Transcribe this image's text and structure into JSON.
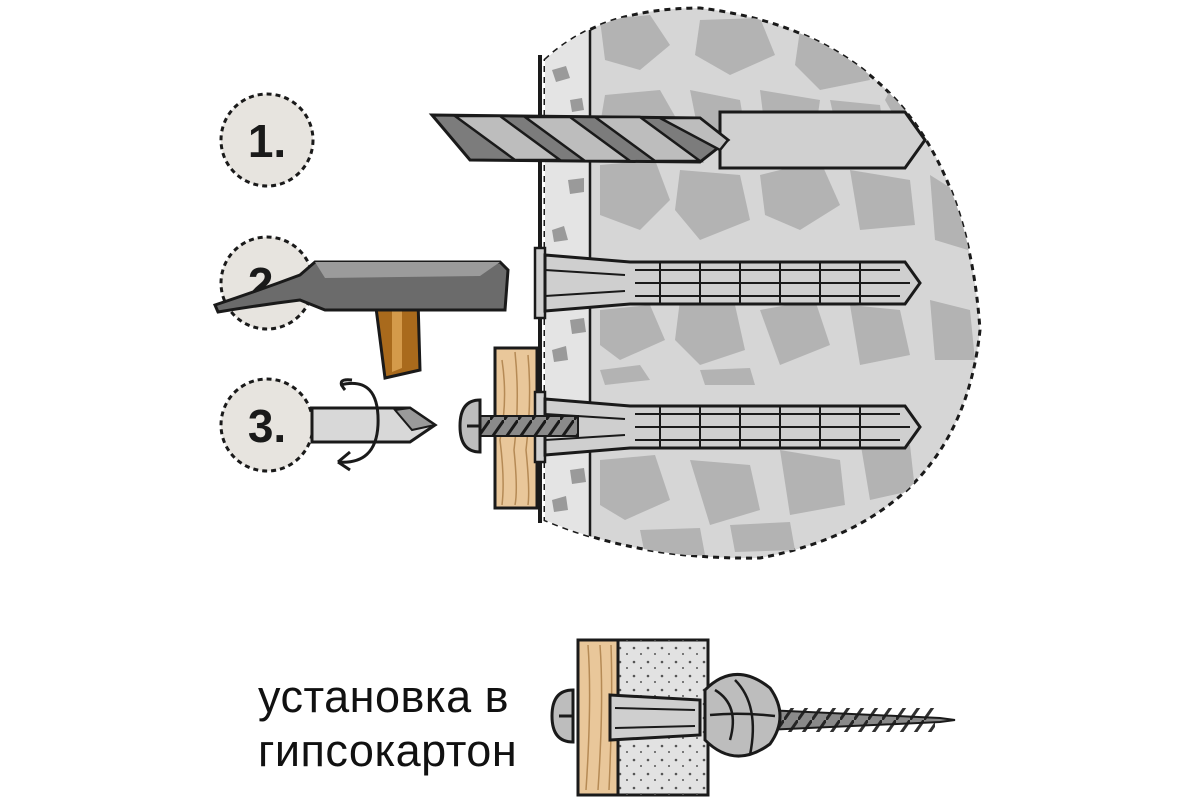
{
  "steps": [
    {
      "number": "1.",
      "icon": "drill-bit-icon"
    },
    {
      "number": "2.",
      "icon": "hammer-icon"
    },
    {
      "number": "3.",
      "icon": "screwdriver-icon"
    }
  ],
  "caption": {
    "line1": "установка в",
    "line2": "гипсокартон"
  },
  "colors": {
    "stone_bg": "#d6d6d6",
    "stone": "#b3b3b3",
    "plaster": "#e4e4e4",
    "metal_dark": "#6e6e6e",
    "metal_light": "#bdbdbd",
    "wood": "#e9c79a",
    "handle": "#a96a1c",
    "badge": "#e7e4df",
    "outline": "#1a1a1a"
  }
}
